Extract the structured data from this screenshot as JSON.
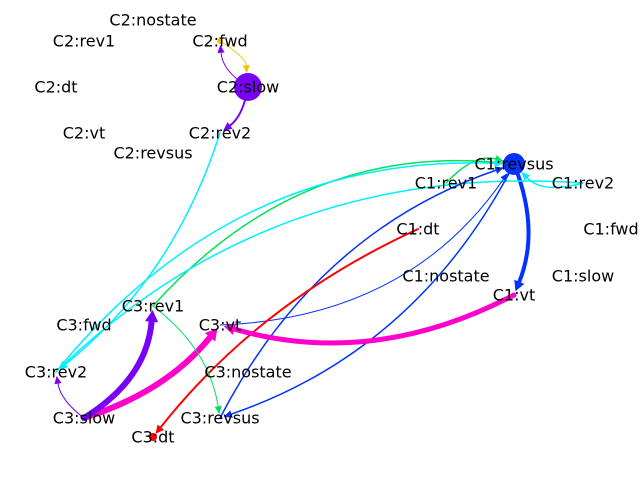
{
  "nodes": [
    {
      "id": "C2:nostate",
      "label": "C2:nostate",
      "color": "",
      "size": 0
    },
    {
      "id": "C2:rev1",
      "label": "C2:rev1",
      "color": "",
      "size": 0
    },
    {
      "id": "C2:fwd",
      "label": "C2:fwd",
      "color": "#f5c400",
      "size": 3
    },
    {
      "id": "C2:dt",
      "label": "C2:dt",
      "color": "",
      "size": 0
    },
    {
      "id": "C2:slow",
      "label": "C2:slow",
      "color": "#7a00f5",
      "size": 14
    },
    {
      "id": "C2:vt",
      "label": "C2:vt",
      "color": "",
      "size": 0
    },
    {
      "id": "C2:rev2",
      "label": "C2:rev2",
      "color": "",
      "size": 0
    },
    {
      "id": "C2:revsus",
      "label": "C2:revsus",
      "color": "",
      "size": 0
    },
    {
      "id": "C1:revsus",
      "label": "C1:revsus",
      "color": "#0033ff",
      "size": 11
    },
    {
      "id": "C1:rev1",
      "label": "C1:rev1",
      "color": "",
      "size": 0
    },
    {
      "id": "C1:rev2",
      "label": "C1:rev2",
      "color": "",
      "size": 0
    },
    {
      "id": "C1:fwd",
      "label": "C1:fwd",
      "color": "",
      "size": 0
    },
    {
      "id": "C1:dt",
      "label": "C1:dt",
      "color": "",
      "size": 0
    },
    {
      "id": "C1:nostate",
      "label": "C1:nostate",
      "color": "",
      "size": 0
    },
    {
      "id": "C1:slow",
      "label": "C1:slow",
      "color": "",
      "size": 0
    },
    {
      "id": "C1:vt",
      "label": "C1:vt",
      "color": "",
      "size": 0
    },
    {
      "id": "C3:rev1",
      "label": "C3:rev1",
      "color": "",
      "size": 0
    },
    {
      "id": "C3:fwd",
      "label": "C3:fwd",
      "color": "",
      "size": 0
    },
    {
      "id": "C3:vt",
      "label": "C3:vt",
      "color": "",
      "size": 0
    },
    {
      "id": "C3:rev2",
      "label": "C3:rev2",
      "color": "",
      "size": 0
    },
    {
      "id": "C3:nostate",
      "label": "C3:nostate",
      "color": "",
      "size": 0
    },
    {
      "id": "C3:slow",
      "label": "C3:slow",
      "color": "",
      "size": 0
    },
    {
      "id": "C3:revsus",
      "label": "C3:revsus",
      "color": "",
      "size": 0
    },
    {
      "id": "C3:dt",
      "label": "C3:dt",
      "color": "#ff0000",
      "size": 4
    }
  ],
  "edges": [
    {
      "from": "C2:slow",
      "to": "C2:fwd",
      "color": "#7a00f5",
      "weight": 1
    },
    {
      "from": "C2:fwd",
      "to": "C2:slow",
      "color": "#f5c400",
      "weight": 1
    },
    {
      "from": "C2:slow",
      "to": "C2:rev2",
      "color": "#7a00f5",
      "weight": 2
    },
    {
      "from": "C2:rev2",
      "to": "C3:rev2",
      "color": "#00f0ff",
      "weight": 1.5
    },
    {
      "from": "C1:revsus",
      "to": "C1:vt",
      "color": "#0033ff",
      "weight": 4
    },
    {
      "from": "C1:rev2",
      "to": "C1:revsus",
      "color": "#00f0ff",
      "weight": 1.5
    },
    {
      "from": "C1:rev1",
      "to": "C1:revsus",
      "color": "#00e05a",
      "weight": 1.5
    },
    {
      "from": "C3:rev1",
      "to": "C1:revsus",
      "color": "#00e05a",
      "weight": 1.5
    },
    {
      "from": "C3:rev2",
      "to": "C1:revsus",
      "color": "#00f0ff",
      "weight": 1.5
    },
    {
      "from": "C1:rev2",
      "to": "C3:rev2",
      "color": "#00f0ff",
      "weight": 1.5
    },
    {
      "from": "C3:vt",
      "to": "C1:revsus",
      "color": "#0033ff",
      "weight": 1
    },
    {
      "from": "C1:revsus",
      "to": "C3:revsus",
      "color": "#0033ff",
      "weight": 1.5
    },
    {
      "from": "C3:revsus",
      "to": "C1:revsus",
      "color": "#0033ff",
      "weight": 1.5
    },
    {
      "from": "C1:dt",
      "to": "C3:dt",
      "color": "#ff0000",
      "weight": 2
    },
    {
      "from": "C1:vt",
      "to": "C3:vt",
      "color": "#ff00cc",
      "weight": 5
    },
    {
      "from": "C3:slow",
      "to": "C3:vt",
      "color": "#ff00cc",
      "weight": 6
    },
    {
      "from": "C3:slow",
      "to": "C3:rev1",
      "color": "#7a00f5",
      "weight": 6
    },
    {
      "from": "C3:slow",
      "to": "C3:rev2",
      "color": "#7a00f5",
      "weight": 1
    },
    {
      "from": "C3:rev1",
      "to": "C3:revsus",
      "color": "#00e05a",
      "weight": 1
    }
  ]
}
